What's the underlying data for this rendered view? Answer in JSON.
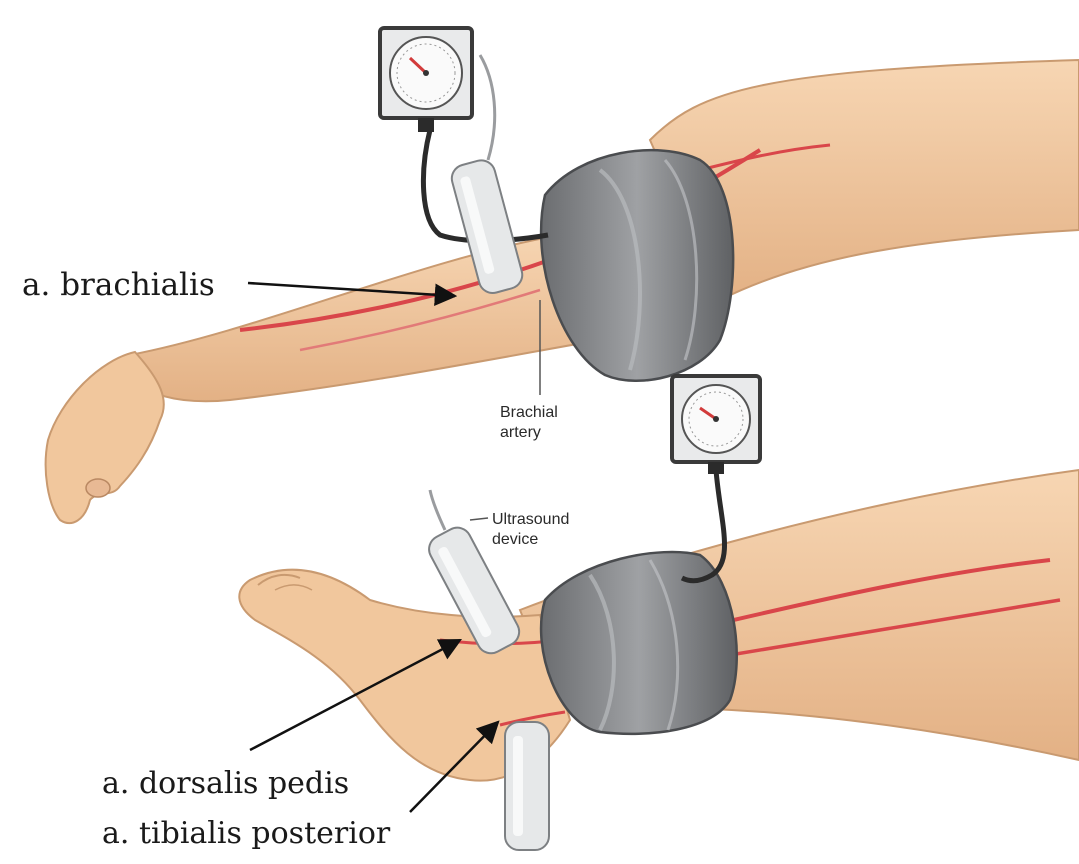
{
  "labels": {
    "brachialis": "a. brachialis",
    "brachial_artery_line1": "Brachial",
    "brachial_artery_line2": "artery",
    "ultrasound_line1": "Ultrasound",
    "ultrasound_line2": "device",
    "dorsalis_pedis": "a. dorsalis pedis",
    "tibialis_posterior": "a. tibialis posterior"
  },
  "colors": {
    "skin": "#f2c9a0",
    "skin_shadow": "#d9a77c",
    "artery": "#d9464a",
    "cuff": "#8a8c8f",
    "cuff_dark": "#5d5f62",
    "probe": "#e6e8e9",
    "gauge_frame": "#3a3a3a"
  }
}
